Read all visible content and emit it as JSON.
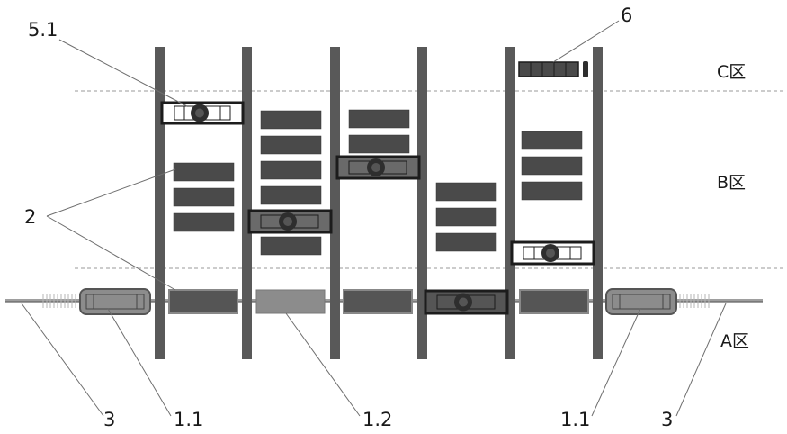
{
  "labels": {
    "shuttle_car": "5.1",
    "charger": "6",
    "goods": "2",
    "rail": "3",
    "transfer_left": "1.1",
    "transfer_right": "1.1",
    "elevator": "1.2",
    "rail_right": "3"
  },
  "zones": {
    "c": "C区",
    "b": "B区",
    "a": "A区"
  },
  "colors": {
    "column": "#595959",
    "pallet": "#4a4a4a",
    "frame": "#1c1c1c",
    "dashed": "#9a9a9a",
    "leader": "#6e6e6e",
    "transfer": "#8c8c8c"
  }
}
